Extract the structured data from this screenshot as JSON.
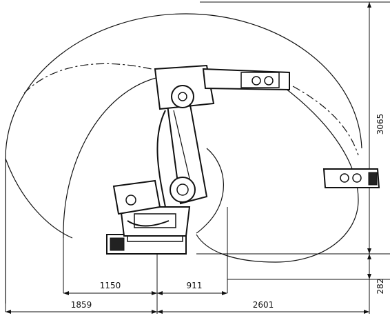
{
  "dimensions": {
    "d1150": "1150",
    "d911": "911",
    "d1859": "1859",
    "d2601": "2601",
    "d3065": "3065",
    "d282": "282"
  },
  "colors": {
    "line": "#111111",
    "background": "#ffffff"
  }
}
